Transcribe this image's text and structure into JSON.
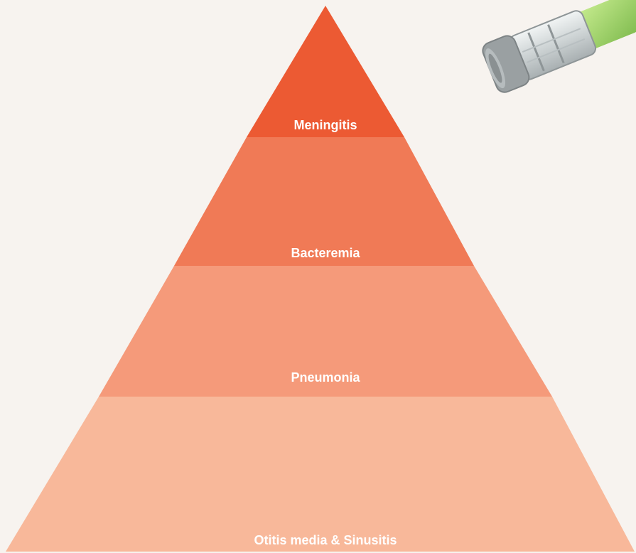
{
  "pyramid": {
    "tiers": [
      {
        "label": "Meningitis",
        "color": "#ec5a33"
      },
      {
        "label": "Bacteremia",
        "color": "#f07a56"
      },
      {
        "label": "Pneumonia",
        "color": "#f59a7a"
      },
      {
        "label": "Otitis media & Sinusitis",
        "color": "#f8b89a"
      }
    ]
  },
  "illustration": {
    "name": "vaccine-vial-icon",
    "colors": {
      "cap": "#9aa0a2",
      "body": "#d9dedf",
      "liquid": "#8fcf4e"
    }
  }
}
